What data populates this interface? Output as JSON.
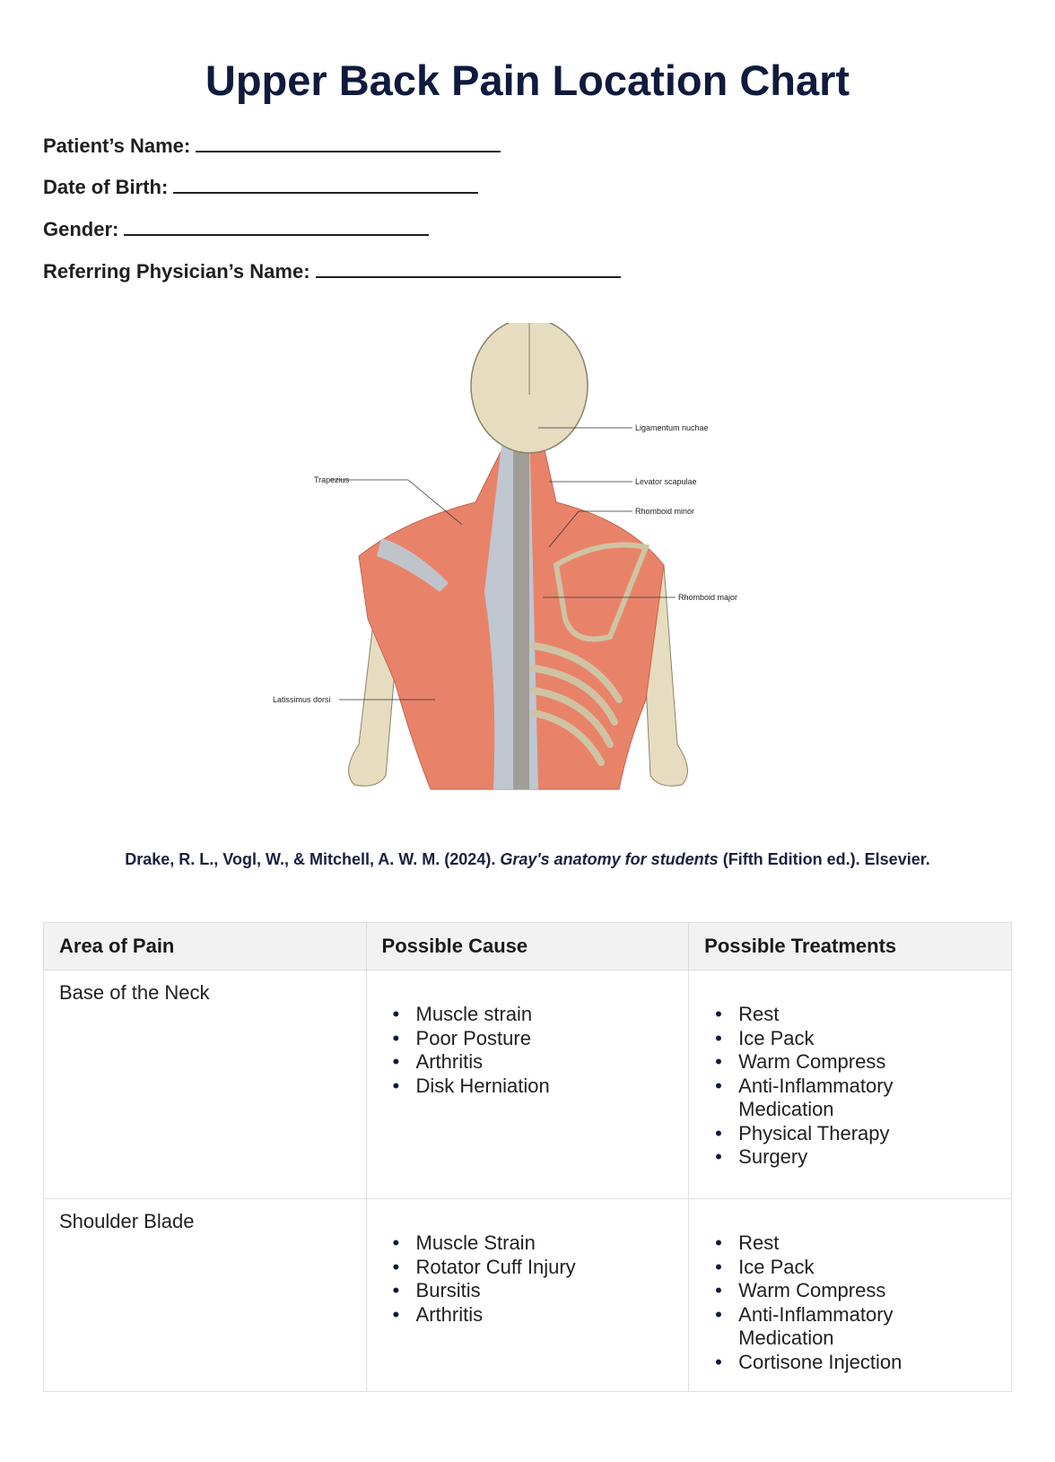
{
  "title": "Upper Back Pain Location Chart",
  "fields": [
    {
      "label": "Patient’s Name:",
      "value": ""
    },
    {
      "label": "Date of Birth:",
      "value": ""
    },
    {
      "label": "Gender:",
      "value": ""
    },
    {
      "label": "Referring Physician’s Name:",
      "value": ""
    }
  ],
  "figure": {
    "description": "Posterior view of upper back muscles and skeleton",
    "labels": {
      "ligamentum_nuchae": "Ligamentum nuchae",
      "trapezius": "Trapezius",
      "levator_scapulae": "Levator scapulae",
      "rhomboid_minor": "Rhomboid minor",
      "rhomboid_major": "Rhomboid major",
      "latissimus_dorsi": "Latissimus dorsi"
    }
  },
  "citation": {
    "authors": "Drake, R. L., Vogl, W., & Mitchell, A. W. M. (2024).",
    "book_title": "Gray's anatomy for students",
    "rest": "(Fifth Edition ed.). Elsevier."
  },
  "table": {
    "headers": [
      "Area of Pain",
      "Possible Cause",
      "Possible Treatments"
    ],
    "rows": [
      {
        "area": "Base of the Neck",
        "causes": [
          "Muscle strain",
          "Poor Posture",
          "Arthritis",
          "Disk Herniation"
        ],
        "treatments": [
          "Rest",
          "Ice Pack",
          "Warm Compress",
          "Anti-Inflammatory Medication",
          "Physical Therapy",
          "Surgery"
        ]
      },
      {
        "area": "Shoulder Blade",
        "causes": [
          "Muscle Strain",
          "Rotator Cuff Injury",
          "Bursitis",
          "Arthritis"
        ],
        "treatments": [
          "Rest",
          "Ice Pack",
          "Warm Compress",
          "Anti-Inflammatory Medication",
          "Cortisone Injection"
        ]
      }
    ]
  },
  "colors": {
    "title": "#0f1a3d",
    "muscle": "#e8836a",
    "bone": "#e6dcc0",
    "tendon": "#b7d3e3",
    "header_bg": "#f2f2f2"
  }
}
